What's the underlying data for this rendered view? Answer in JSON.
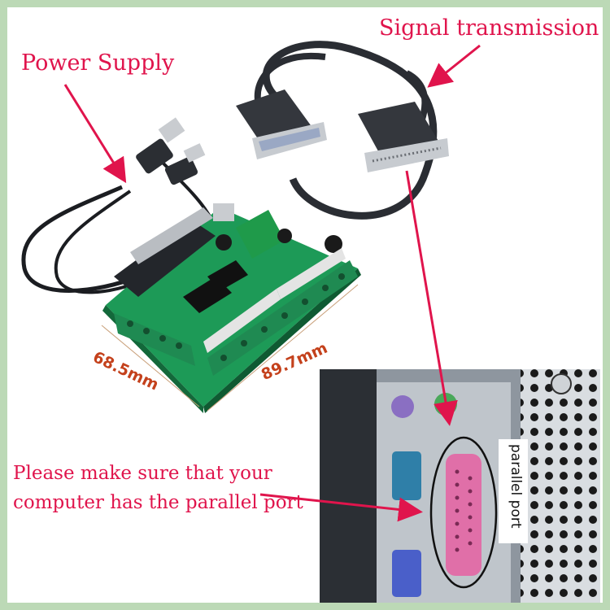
{
  "labels": {
    "power_supply": "Power Supply",
    "signal_transmission": "Signal transmission",
    "note_line1": "Please make sure that your",
    "note_line2": "computer has the parallel port",
    "port_label": "parallel port"
  },
  "dimensions": {
    "width_label": "68.5mm",
    "length_label": "89.7mm"
  },
  "colors": {
    "frame": "#bcd9b6",
    "arrow": "#e0144c",
    "board": "#1d9a57",
    "terminal": "#1f8a52",
    "cable": "#2a2d33",
    "pc_panel": "#9aa2ab",
    "parallel_port": "#e06fa8",
    "vga_port": "#4a5fc9",
    "serial_port": "#2f7fa8"
  }
}
